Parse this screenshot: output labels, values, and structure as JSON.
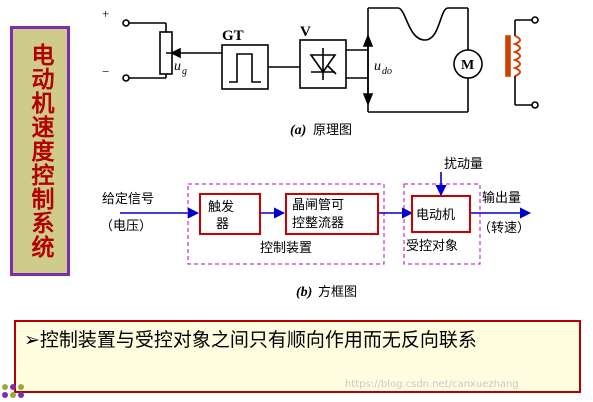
{
  "side_title": "电动机速度控制系统",
  "schematic": {
    "plus": "+",
    "minus": "−",
    "gt_label": "GT",
    "v_label": "V",
    "ug_label": "u",
    "ug_sub": "g",
    "udo_label": "u",
    "udo_sub": "do",
    "motor_label": "M",
    "caption_letter": "(a)",
    "caption_text": "原理图"
  },
  "block_diagram": {
    "input_line1": "给定信号",
    "input_line2": "（电压）",
    "block_trigger": [
      "触发",
      "器"
    ],
    "block_thyristor": [
      "晶闸管可",
      "控整流器"
    ],
    "block_motor": "电动机",
    "group_control": "控制装置",
    "group_plant": "受控对象",
    "disturbance": "扰动量",
    "output_line1": "输出量",
    "output_line2": "（转速）",
    "caption_letter": "(b)",
    "caption_text": "方框图"
  },
  "note": {
    "bullet": "➢",
    "text": "控制装置与受控对象之间只有顺向作用而无反向联系"
  },
  "watermark": "https://blog.csdn.net/canxuezhang",
  "colors": {
    "block_border": "#cc0000",
    "arrow": "#0000cc",
    "dashed_group": "#c000c0",
    "side_bg": "#cfcc8b",
    "side_text": "#b30000"
  }
}
